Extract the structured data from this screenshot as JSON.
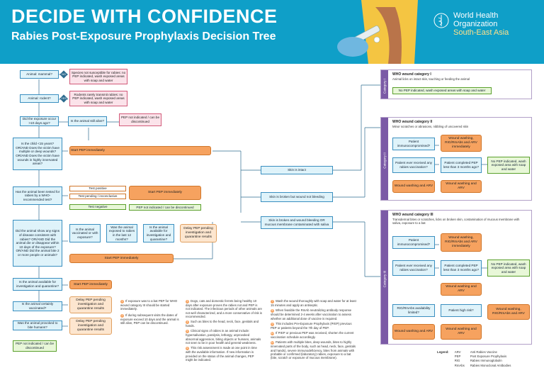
{
  "header": {
    "title": "DECIDE WITH CONFIDENCE",
    "subtitle": "Rabies Post-Exposure Prophylaxis Decision Tree",
    "org_line1": "World Health",
    "org_line2": "Organization",
    "org_region": "South-East Asia"
  },
  "questions": {
    "q1": "Animal: mammal?",
    "q2": "Animal: rodent?",
    "q3": "Did the exposure occur >10 days ago?",
    "q3b": "Is the animal still alive?",
    "q4": "Is the child <15 years? OR/AND Does the victim have multiple or deep wounds? OR/AND Does the victim have wounds in highly innervated areas?",
    "q5": "Has the animal been tested for rabies by a WHO-recommended test?",
    "q6": "Did the animal show any signs of disease consistent with rabies? OR/AND Did the animal die or disappear within 10 days of the exposure? OR/AND Did the animal bite 2 or more people or animals?",
    "q6b": "Is the animal vaccinated or with exposure?",
    "q6c": "Was the animal exposed to rabies in the last 12 months?",
    "q6d": "Is the animal available for investigation and quarantine?",
    "q7": "Is the animal available for investigation and quarantine?",
    "q8": "Is the animal certainly vaccinated?",
    "q9": "Was the animal provoked to bite humans?"
  },
  "outcomes": {
    "not_susceptible": "Species not susceptible for rabies: no PEP indicated, wash exposed areas with soap and water",
    "rodent": "Rodents rarely transmit rabies: no PEP indicated, wash exposed areas with soap and water",
    "not_indicated": "PEP not indicated / can be discontinued",
    "start_pep": "Start PEP immediately",
    "test_positive": "Test positive",
    "test_pending": "Test pending / inconclusive",
    "test_negative": "Test negative",
    "start_pep2": "Start PEP immediately",
    "not_indicated2": "PEP not indicated / can be discontinued",
    "delay_pep": "Delay PEP pending investigation and quarantine results",
    "start_pep3": "Start PEP immediately",
    "start_pep4": "Start PEP immediately",
    "delay_pep2": "Delay PEP pending investigation and quarantine results",
    "delay_pep3": "Delay PEP pending investigation and quarantine results",
    "not_indicated3": "PEP not indicated / can be discontinued"
  },
  "skin": {
    "intact": "Skin is intact",
    "broken": "Skin is broken but wound not bleeding",
    "bleeding": "Skin is broken and wound bleeding OR mucous membrane contaminated with saliva"
  },
  "categories": {
    "c1_bar": "Category I",
    "c1_title": "WHO wound category I",
    "c1_desc": "Animal licks on intact skin, touching or feeding the animal",
    "c1_result": "No PEP indicated, wash exposed areas with soap and water",
    "c2_bar": "Category II",
    "c2_title": "WHO wound category II",
    "c2_desc": "Minor scratches or abrasions, nibbling of uncovered skin",
    "c2_q1": "Patient immunocompromised?",
    "c2_a1": "Wound washing, RIG/RmAbs and ARV immediately",
    "c2_q2": "Patient ever received any rabies vaccination?",
    "c2_q3": "Patient completed PEP less than 3 months ago?",
    "c2_a2": "No PEP indicated, wash exposed area with soap and water",
    "c2_a3": "Wound washing and ARV",
    "c2_a4": "Wound washing and ARV",
    "c3_bar": "Category III",
    "c3_title": "WHO wound category III",
    "c3_desc": "Transdermal bites or scratches, licks on broken skin, contamination of mucous membrane with saliva, exposure to a bat",
    "c3_q1": "Patient immunocompromised?",
    "c3_a1": "Wound washing, RIG/RmAbs and ARV immediately",
    "c3_q2": "Patient ever received any rabies vaccination?",
    "c3_q3": "Patient completed PEP less than 3 months ago?",
    "c3_a2": "No PEP indicated, wash exposed area with soap and water",
    "c3_a3": "Wound washing and ARV",
    "c3_q4": "RIG/RmAbs availability limited?",
    "c3_q5": "Patient high risk?",
    "c3_a4": "Wound washing, RIG/RmAbs and ARV",
    "c3_a5": "Wound washing and ARV",
    "c3_a6": "Wound washing and ARV"
  },
  "labels": {
    "yes": "YES",
    "no": "NO",
    "or": "OR/AND"
  },
  "notes": {
    "col1": [
      "If exposure was to a bat PEP for WHO wound category III should be started immediately.",
      "If during subsequent visits the dates of exposure exceed 10 days and the animal is still alive, PEP can be discontinued."
    ],
    "col2": [
      "Dogs, cats and domestic ferrets being healthy 10 days after exposure proves the rabies not and PEP is not indicated. The infectious periods of other animals are not well characterized, and a more conservative of risk is recommended.",
      "Such as bites to the head, neck, face, genitals and hands.",
      "Clinical signs of rabies in an animal include: hypersalivation, paralysis, lethargy, unprovoked abnormal aggression, biting objects or humans, animals not seen to be in poor health and general weakness.",
      "This risk assessment is made at one point in time with the available information. If new information is provided on the status of the animal changes, PEP might be indicated."
    ],
    "col3": [
      "Wash the wound thoroughly with soap and water for at least 15 minutes and apply an antiseptic.",
      "When feasible the RmAb neutralizing antibody response should be determined 2-4 weeks after vaccination to assess whether an additional dose of vaccine is required.",
      "This includes Pre-Exposure Prophylaxis (PrEP) previous PEP or patients beyond the 7th day of PEP.",
      "If PrEP or previous PEP was received, shorten the current vaccination schedule accordingly.",
      "Patients with multiple bites, deep wounds, bites to highly innervated parts of the body, such as head, neck, face, genitals and hands), severe immunodeficiency, bites from animals with probable or confirmed (laboratory) rabies, exposure to a bat (bite, scratch or exposure of mucous membrane)."
    ]
  },
  "legend": {
    "title": "Legend:",
    "rows": [
      {
        "abbr": "ARV",
        "desc": "Anti Rabies Vaccine"
      },
      {
        "abbr": "PEP",
        "desc": "Post Exposure Prophylaxis"
      },
      {
        "abbr": "RIG",
        "desc": "Rabies Immunoglobulin"
      },
      {
        "abbr": "RmAbs",
        "desc": "Rabies Monoclonal Antibodies"
      }
    ]
  },
  "colors": {
    "header": "#0f9fc8",
    "category": "#7b5aa6",
    "orange": "#f6a25f",
    "green": "#5aa02c",
    "pink": "#d25a7a"
  }
}
